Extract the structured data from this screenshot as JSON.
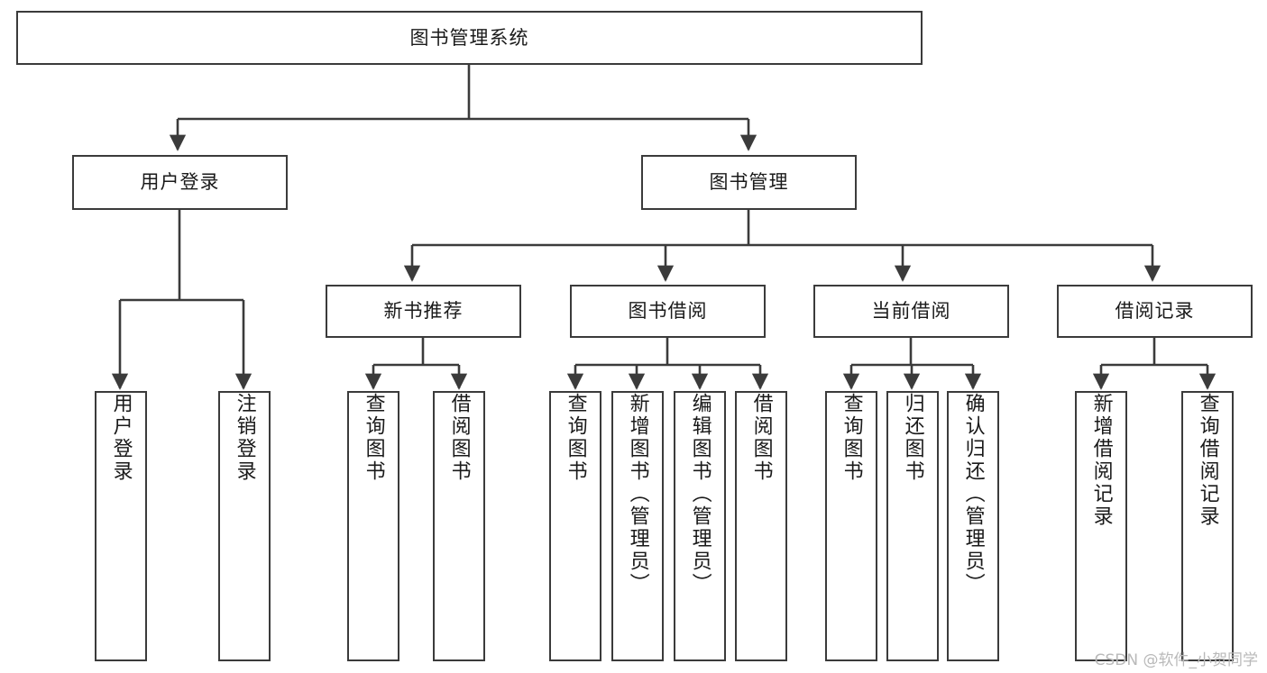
{
  "diagram": {
    "title": "图书管理系统",
    "type": "tree-hierarchy-diagram",
    "watermark": "CSDN @软件_小贺同学",
    "colors": {
      "box_border": "#3b3b3b",
      "box_fill": "#ffffff",
      "edge": "#3b3b3b",
      "text": "#1a1a1a",
      "watermark": "#b9b9b9",
      "background": "#ffffff"
    },
    "levels": {
      "root": {
        "label": "图书管理系统"
      },
      "level2": [
        {
          "label": "用户登录"
        },
        {
          "label": "图书管理"
        }
      ],
      "level3": [
        {
          "label": "新书推荐"
        },
        {
          "label": "图书借阅"
        },
        {
          "label": "当前借阅"
        },
        {
          "label": "借阅记录"
        }
      ],
      "leaves": [
        {
          "label": "用户登录",
          "parent": "用户登录"
        },
        {
          "label": "注销登录",
          "parent": "用户登录"
        },
        {
          "label": "查询图书",
          "parent": "新书推荐"
        },
        {
          "label": "借阅图书",
          "parent": "新书推荐"
        },
        {
          "label": "查询图书",
          "parent": "图书借阅"
        },
        {
          "label": "新增图书（管理员）",
          "parent": "图书借阅"
        },
        {
          "label": "编辑图书（管理员）",
          "parent": "图书借阅"
        },
        {
          "label": "借阅图书",
          "parent": "图书借阅"
        },
        {
          "label": "查询图书",
          "parent": "当前借阅"
        },
        {
          "label": "归还图书",
          "parent": "当前借阅"
        },
        {
          "label": "确认归还（管理员）",
          "parent": "当前借阅"
        },
        {
          "label": "新增借阅记录",
          "parent": "借阅记录"
        },
        {
          "label": "查询借阅记录",
          "parent": "借阅记录"
        }
      ]
    }
  }
}
